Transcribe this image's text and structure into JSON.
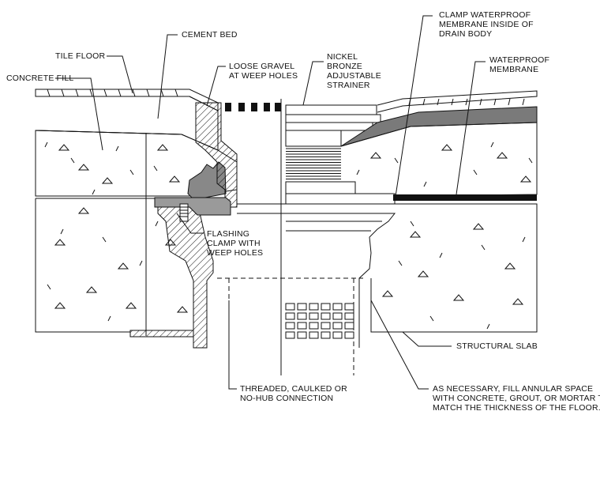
{
  "labels": {
    "clamp_waterproof": [
      "CLAMP WATERPROOF",
      "MEMBRANE INSIDE OF",
      "DRAIN BODY"
    ],
    "cement_bed": [
      "CEMENT BED"
    ],
    "waterproof_membrane": [
      "WATERPROOF",
      "MEMBRANE"
    ],
    "tile_floor": [
      "TILE FLOOR"
    ],
    "nickel_bronze_strainer": [
      "NICKEL",
      "BRONZE",
      "ADJUSTABLE",
      "STRAINER"
    ],
    "loose_gravel": [
      "LOOSE GRAVEL",
      "AT WEEP HOLES"
    ],
    "concrete_fill": [
      "CONCRETE FILL"
    ],
    "flashing_clamp": [
      "FLASHING",
      "CLAMP WITH",
      "WEEP HOLES"
    ],
    "structural_slab": [
      "STRUCTURAL SLAB"
    ],
    "threaded_connection": [
      "THREADED, CAULKED OR",
      "NO-HUB CONNECTION"
    ],
    "annular_space": [
      "AS NECESSARY, FILL ANNULAR SPACE",
      "WITH CONCRETE, GROUT, OR MORTAR TO",
      "MATCH THE THICKNESS OF THE FLOOR."
    ]
  },
  "colors": {
    "line": "#111111",
    "membrane_fill": "#7a7a7a",
    "clamp_fill": "#9a9a9a",
    "black_membrane": "#111111"
  }
}
